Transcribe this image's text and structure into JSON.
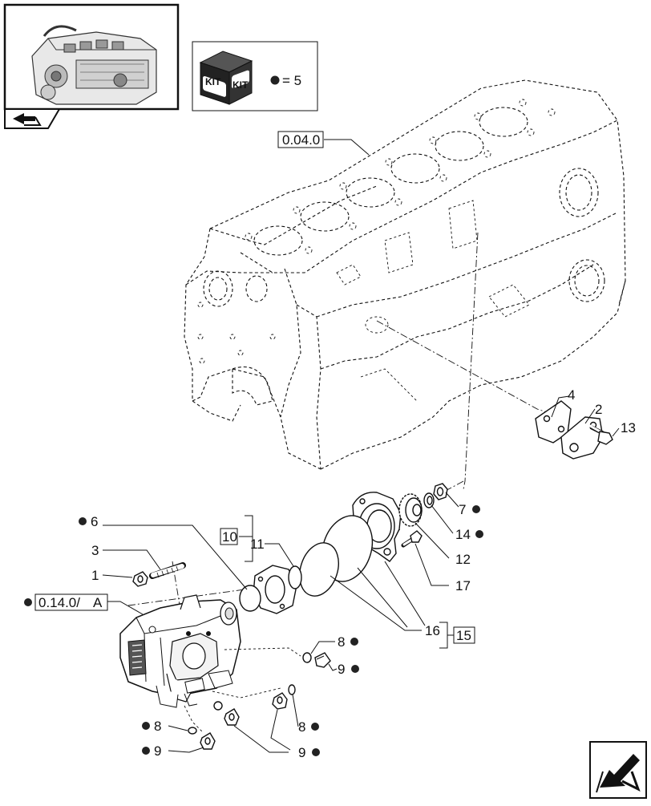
{
  "kit_legend": {
    "kit_word_1": "KIT",
    "kit_word_2": "KIT",
    "equals_text": "= 5"
  },
  "references": {
    "engine_block": "0.04.0",
    "pump_group": "0.14.0/",
    "pump_group_suffix": "A"
  },
  "callouts": [
    {
      "id": "c4",
      "text": "4"
    },
    {
      "id": "c2",
      "text": "2"
    },
    {
      "id": "c13",
      "text": "13"
    },
    {
      "id": "c7",
      "text": "7"
    },
    {
      "id": "c14",
      "text": "14"
    },
    {
      "id": "c12",
      "text": "12"
    },
    {
      "id": "c17",
      "text": "17"
    },
    {
      "id": "c6",
      "text": "6"
    },
    {
      "id": "c10",
      "text": "10"
    },
    {
      "id": "c11",
      "text": "11"
    },
    {
      "id": "c3",
      "text": "3"
    },
    {
      "id": "c1",
      "text": "1"
    },
    {
      "id": "c16",
      "text": "16"
    },
    {
      "id": "c15",
      "text": "15"
    },
    {
      "id": "c8a",
      "text": "8"
    },
    {
      "id": "c9a",
      "text": "9"
    },
    {
      "id": "c8b",
      "text": "8"
    },
    {
      "id": "c9b",
      "text": "9"
    },
    {
      "id": "c8c",
      "text": "8"
    },
    {
      "id": "c9c",
      "text": "9"
    }
  ],
  "icons": {
    "engine_thumbnail": "engine-thumbnail-icon",
    "kit_box": "kit-box-icon",
    "kit_bullet": "filled-dot-icon",
    "nav_prev": "prev-page-arrow-icon",
    "nav_next": "next-page-arrow-icon"
  }
}
